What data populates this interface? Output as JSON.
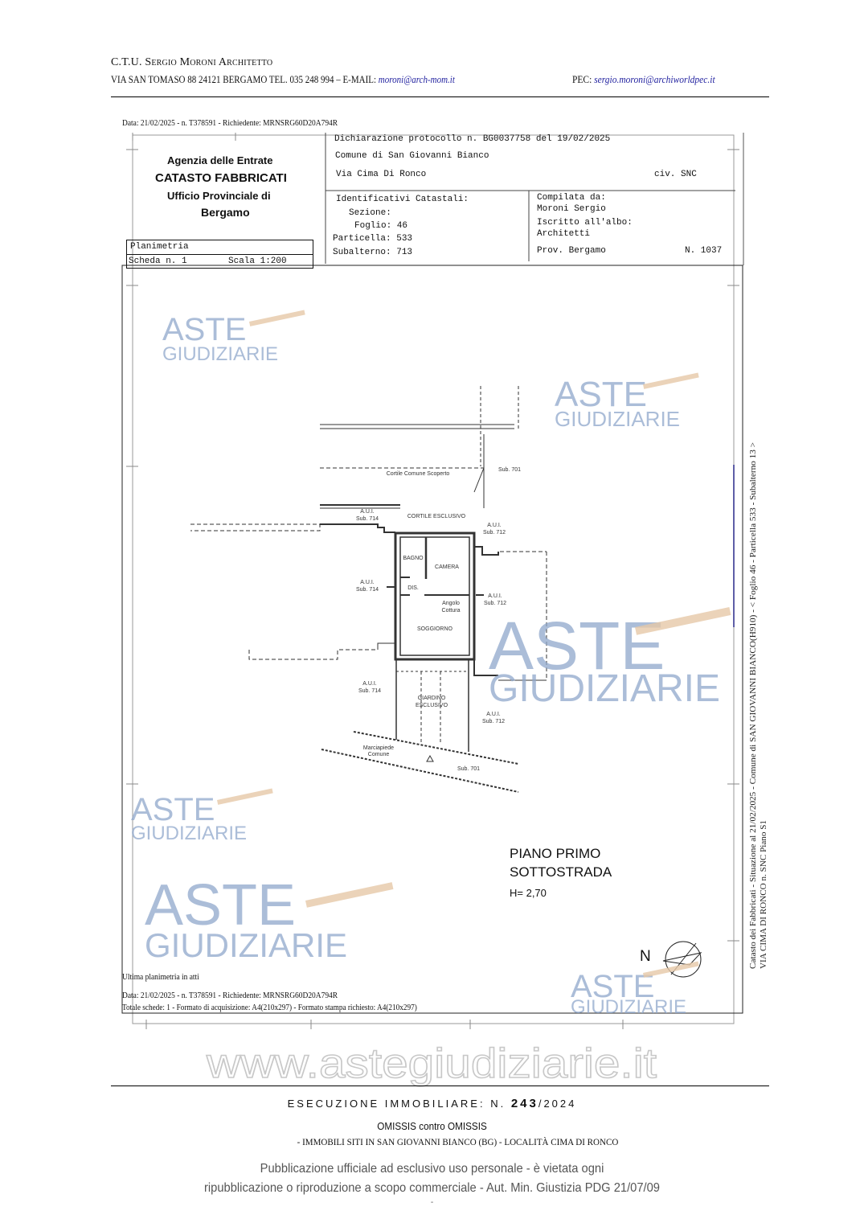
{
  "header": {
    "title": "C.T.U. Sergio Moroni Architetto",
    "address": "VIA SAN TOMASO 88 24121 BERGAMO TEL. 035 248 994 – E-MAIL:",
    "email": "moroni@arch-mom.it",
    "pec_label": "PEC:",
    "pec": "sergio.moroni@archiworldpec.it"
  },
  "doc_line_top": "Data: 21/02/2025 - n. T378591 - Richiedente: MRNSRG60D20A794R",
  "cadastral": {
    "agency": "Agenzia delle Entrate",
    "catasto": "CATASTO FABBRICATI",
    "office": "Ufficio Provinciale di",
    "city": "Bergamo",
    "planimetria": "Planimetria",
    "scheda": "Scheda n. 1",
    "scala": "Scala 1:200",
    "dichiarazione": "Dichiarazione protocollo n. BG0037758 del  19/02/2025",
    "comune": "Comune di San Giovanni Bianco",
    "via": "Via Cima Di Ronco",
    "civ": "civ. SNC",
    "identificativi": "Identificativi Catastali:",
    "sezione": "Sezione:",
    "foglio": "Foglio: 46",
    "particella": "Particella: 533",
    "subalterno": "Subalterno: 713",
    "compilata": "Compilata da:",
    "compilatore": "Moroni Sergio",
    "iscritto": "Iscritto all'albo:",
    "albo": "Architetti",
    "prov": "Prov. Bergamo",
    "numero": "N. 1037"
  },
  "plan": {
    "cortile_comune": "Cortile Comune Scoperto",
    "sub701_top": "Sub. 701",
    "cortile_esclusivo": "CORTILE ESCLUSIVO",
    "aui": "A.U.I.",
    "sub714": "Sub. 714",
    "sub712": "Sub. 712",
    "bagno": "BAGNO",
    "camera": "CAMERA",
    "dis": "DIS.",
    "angolo1": "Angolo",
    "angolo2": "Cottura",
    "soggiorno": "SOGGIORNO",
    "giardino1": "GIARDINO",
    "giardino2": "ESCLUSIVO",
    "marciapiede1": "Marciapiede",
    "marciapiede2": "Comune",
    "sub701_bottom": "Sub. 701",
    "floor1": "PIANO PRIMO",
    "floor2": "SOTTOSTRADA",
    "height": "H= 2,70",
    "north": "N"
  },
  "side_text": {
    "line1": "Catasto dei Fabbricati - Situazione al 21/02/2025 - Comune di SAN GIOVANNI BIANCO(H910) - < Foglio 46 - Particella 533 - Subalterno 13 >",
    "line2": "VIA CIMA DI RONCO n. SNC Piano S1"
  },
  "bottom_notes": {
    "ultima": "Ultima planimetria in atti",
    "data": "Data: 21/02/2025 - n. T378591 - Richiedente: MRNSRG60D20A794R",
    "totale": "Totale schede: 1 - Formato di acquisizione: A4(210x297)  - Formato stampa richiesto: A4(210x297)"
  },
  "footer": {
    "esecuzione_pre": "ESECUZIONE IMMOBILIARE: N. ",
    "esecuzione_num": "243",
    "esecuzione_year": "/2024",
    "parties": "OMISSIS contro OMISSIS",
    "location": "- IMMOBILI SITI IN SAN GIOVANNI BIANCO (BG) - LOCALITÀ CIMA DI RONCO",
    "notice1": "Pubblicazione ufficiale ad esclusivo uso personale - è vietata ogni",
    "notice2": "ripubblicazione o riproduzione a scopo commerciale - Aut. Min. Giustizia PDG 21/07/09",
    "dash": "-"
  },
  "watermark": {
    "aste": "ASTE",
    "giudiziarie": "GIUDIZIARIE",
    "site": "www.astegiudiziarie.it"
  }
}
